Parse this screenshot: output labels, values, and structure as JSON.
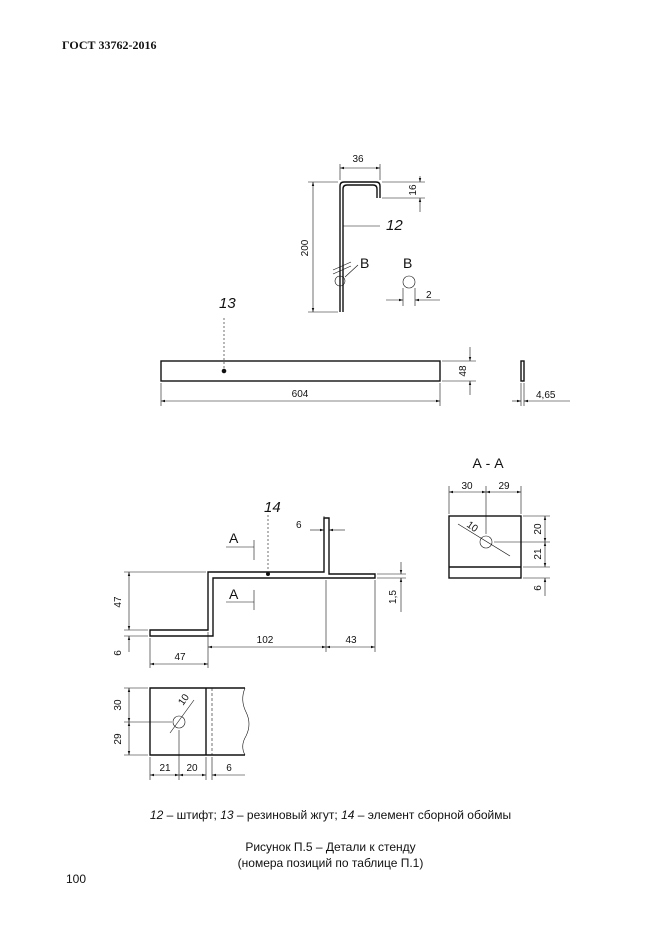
{
  "header": {
    "standard": "ГОСТ 33762-2016"
  },
  "page_number": "100",
  "drawing": {
    "part12": {
      "pos": "12",
      "dims": {
        "width": "36",
        "hook": "16",
        "length": "200",
        "dia": "2"
      },
      "view_mark": "В"
    },
    "part13": {
      "pos": "13",
      "dims": {
        "length": "604",
        "height": "48",
        "thickness": "4,65"
      }
    },
    "part14": {
      "pos": "14",
      "section_mark": "А",
      "section_title": "А - А",
      "dims": {
        "top_width": "6",
        "rise": "47",
        "base": "6",
        "bottom_len": "47",
        "mid_len": "102",
        "end_len": "43",
        "sheet": "1,5",
        "sec_left": "30",
        "sec_right": "29",
        "sec_hole": "10",
        "sec_top": "20",
        "sec_mid": "21",
        "sec_bottom": "6",
        "plan_top": "30",
        "plan_bottom": "29",
        "plan_hole": "10",
        "plan_a": "21",
        "plan_b": "20",
        "plan_c": "6"
      }
    }
  },
  "legend": {
    "n12": "12",
    "t12": " – штифт; ",
    "n13": "13",
    "t13": " – резиновый жгут; ",
    "n14": "14",
    "t14": " – элемент сборной обоймы"
  },
  "caption": {
    "line1": "Рисунок П.5 – Детали к стенду",
    "line2": "(номера позиций по таблице П.1)"
  }
}
